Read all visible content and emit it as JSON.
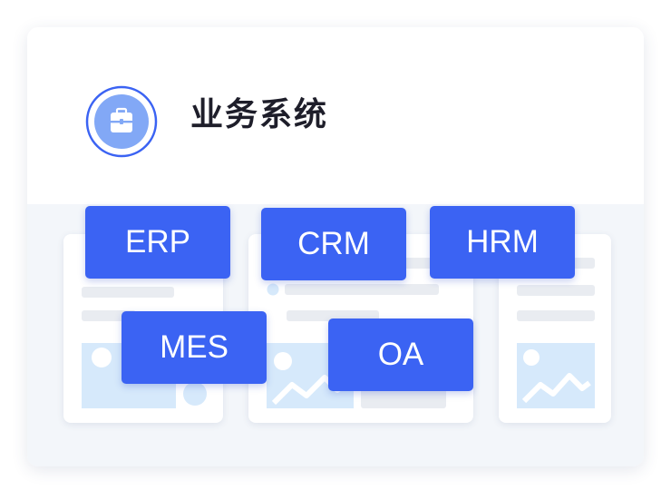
{
  "header": {
    "title": "业务系统",
    "icon": "briefcase-icon"
  },
  "tags": [
    {
      "label": "ERP"
    },
    {
      "label": "CRM"
    },
    {
      "label": "HRM"
    },
    {
      "label": "MES"
    },
    {
      "label": "OA"
    }
  ],
  "colors": {
    "accent": "#3b63f3",
    "background_panel": "#f3f6fa",
    "icon_fill": "#82a8f6",
    "placeholder_image": "#d6e9fb"
  }
}
